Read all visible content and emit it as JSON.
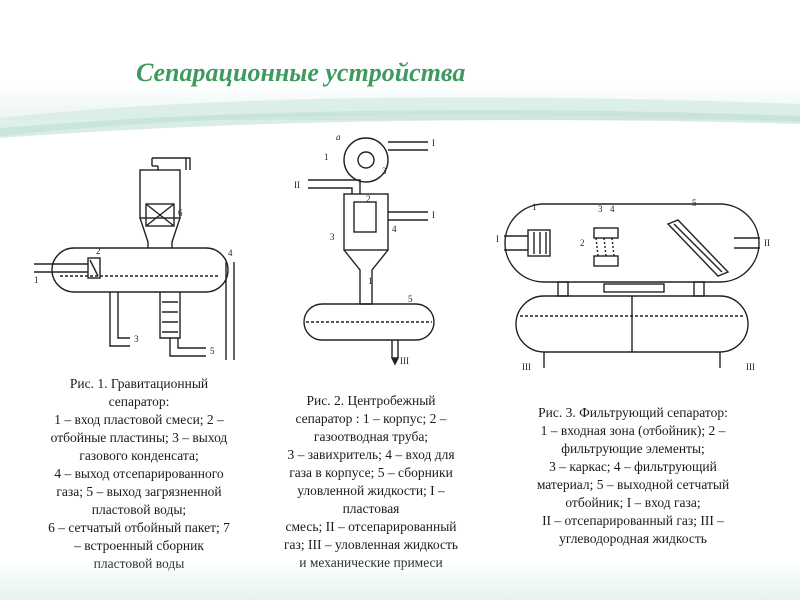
{
  "slide": {
    "title": "Сепарационные устройства",
    "accent_color": "#3e9a5f"
  },
  "figures": [
    {
      "id": "fig1",
      "labels": {
        "l1": "1",
        "l2": "2",
        "l3": "3",
        "l4": "4",
        "l5": "5",
        "l6": "6"
      },
      "caption_lines": [
        "Рис. 1. Гравитационный",
        "сепаратор:",
        "1 – вход пластовой смеси; 2 –",
        "отбойные пластины; 3 – выход",
        "газового конденсата;",
        "4 – выход отсепарированного",
        "газа; 5 – выход загрязненной",
        "пластовой воды;",
        "6 – сетчатый отбойный пакет; 7",
        "– встроенный сборник",
        "пластовой воды"
      ]
    },
    {
      "id": "fig2",
      "labels": {
        "a": "а",
        "l1": "1",
        "l2": "2",
        "l3": "3",
        "l4": "4",
        "l5": "5",
        "i": "I",
        "ii": "II",
        "iii": "III"
      },
      "caption_lines": [
        "Рис. 2. Центробежный",
        "сепаратор : 1 – корпус; 2 –",
        "газоотводная труба;",
        "3 – завихритель; 4 – вход для",
        "газа в корпусе; 5 – сборники",
        "уловленной жидкости; I –",
        "пластовая",
        "смесь; II – отсепарированный",
        "газ; III – уловленная жидкость",
        "и механические примеси"
      ]
    },
    {
      "id": "fig3",
      "labels": {
        "l1": "1",
        "l2": "2",
        "l3": "3",
        "l4": "4",
        "l5": "5",
        "i": "I",
        "ii": "II",
        "iii_left": "III",
        "iii_right": "III"
      },
      "caption_lines": [
        "Рис. 3. Фильтрующий сепаратор:",
        "1 – входная зона (отбойник); 2 –",
        "фильтрующие элементы;",
        "3 – каркас; 4 – фильтрующий",
        "материал; 5 – выходной сетчатый",
        "отбойник; I – вход газа;",
        "II – отсепарированный газ; III –",
        "углеводородная жидкость"
      ]
    }
  ]
}
